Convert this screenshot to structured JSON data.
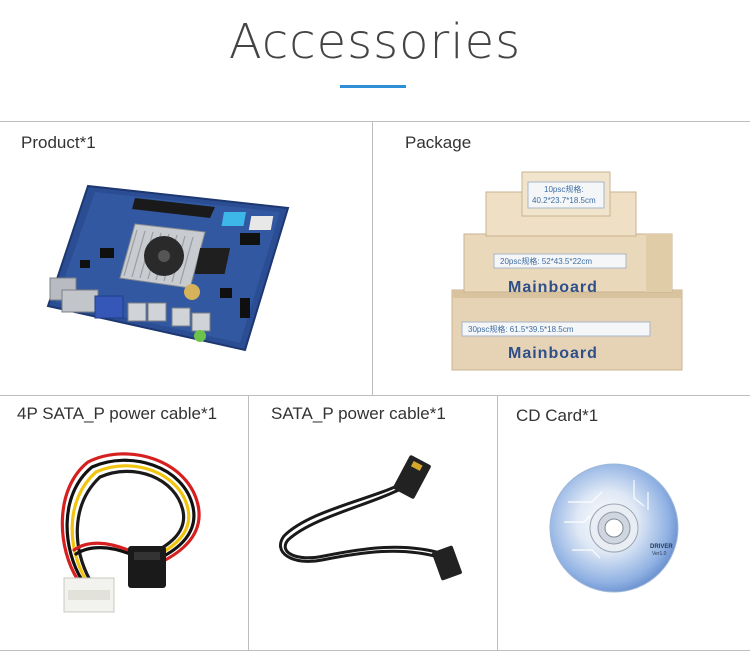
{
  "page": {
    "title": "Accessories"
  },
  "cells": [
    {
      "label": "Product*1",
      "image": "mainboard-photo"
    },
    {
      "label": "Package",
      "image": "package-boxes-photo",
      "boxes": [
        {
          "spec": "10psc规格:",
          "size": "40.2*23.7*18.5cm"
        },
        {
          "spec": "20psc规格: 52*43.5*22cm",
          "print": "Mainboard"
        },
        {
          "spec": "30psc规格: 61.5*39.5*18.5cm",
          "print": "Mainboard"
        }
      ]
    },
    {
      "label": "4P SATA_P power cable*1",
      "image": "power-cable-photo"
    },
    {
      "label": "SATA_P power cable*1",
      "image": "sata-cable-photo"
    },
    {
      "label": "CD Card*1",
      "image": "cd-disc-photo",
      "disc_text": [
        "DRIVER",
        "Ver1.0"
      ]
    }
  ],
  "colors": {
    "accent": "#2e8fd6",
    "divider": "#bdbdbd",
    "text": "#333333"
  }
}
